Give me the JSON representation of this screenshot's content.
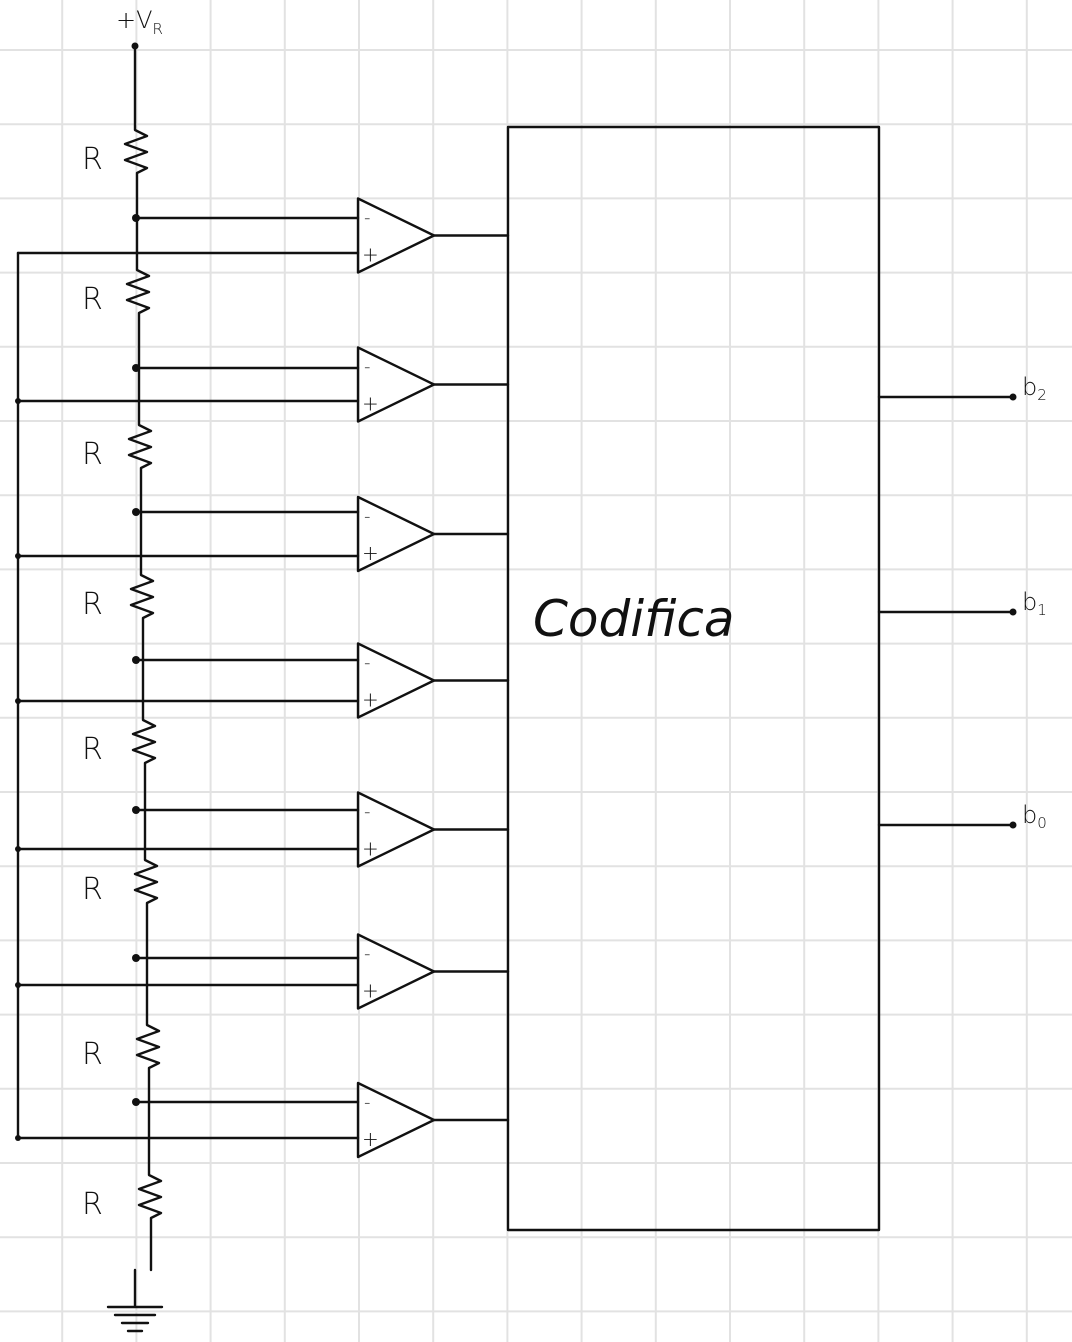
{
  "supply": {
    "label": "+V",
    "subscript": "R"
  },
  "resistor_label": "R",
  "resistor_count": 8,
  "comparator_count": 7,
  "comparator_input_labels": {
    "inverting": "-",
    "non_inverting": "+"
  },
  "encoder": {
    "label": "Codifica"
  },
  "outputs": [
    {
      "label": "b",
      "subscript": "2"
    },
    {
      "label": "b",
      "subscript": "1"
    },
    {
      "label": "b",
      "subscript": "0"
    }
  ],
  "colors": {
    "ink": "#111111",
    "grid": "#e2e2e2"
  }
}
